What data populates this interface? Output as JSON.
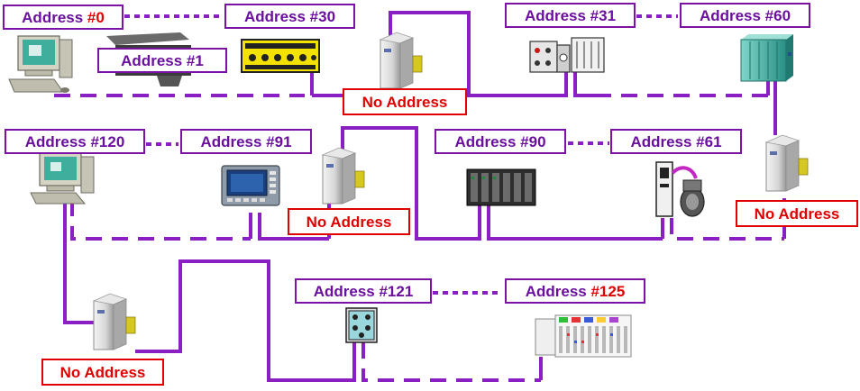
{
  "colors": {
    "bus": "#8a1fc4",
    "address_text": "#6b0f9e",
    "highlight_text": "#e00000",
    "no_address_border": "#e00000"
  },
  "address_labels": {
    "a0_prefix": "Address ",
    "a0_number": "#0",
    "a1": "Address #1",
    "a30": "Address #30",
    "a31": "Address #31",
    "a60": "Address #60",
    "a120": "Address #120",
    "a91": "Address #91",
    "a90": "Address #90",
    "a61": "Address #61",
    "a121": "Address #121",
    "a125_prefix": "Address ",
    "a125_number": "#125"
  },
  "no_address_label": "No Address",
  "devices": [
    "pc-computer-icon",
    "plc-rack-icon",
    "io-module-icon",
    "repeater-icon",
    "drive-module-icon",
    "cabinet-icon",
    "operator-panel-icon",
    "servo-drive-icon",
    "valve-terminal-icon",
    "terminal-block-icon"
  ]
}
